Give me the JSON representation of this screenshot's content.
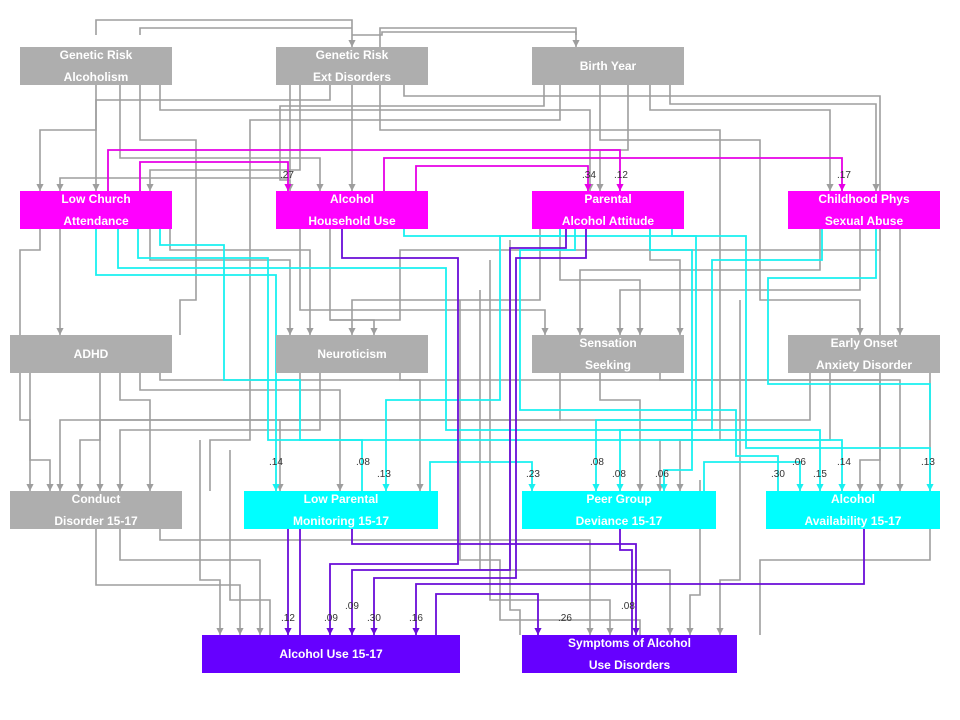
{
  "colors": {
    "grey": "#aeaeae",
    "magenta": "#ff00ff",
    "cyan": "#00ffff",
    "purple": "#6600ff",
    "line_grey": "#9e9e9e",
    "line_magenta": "#e600e6",
    "line_cyan": "#19f0f0",
    "line_purple": "#6a0dd8"
  },
  "nodes": {
    "gen_alc": {
      "line1": "Genetic Risk",
      "line2": "Alcoholism",
      "color": "grey"
    },
    "gen_ext": {
      "line1": "Genetic Risk",
      "line2": "Ext Disorders",
      "color": "grey"
    },
    "birth": {
      "line1": "Birth Year",
      "line2": "",
      "color": "grey"
    },
    "church": {
      "line1": "Low Church",
      "line2": "Attendance",
      "color": "magenta"
    },
    "household": {
      "line1": "Alcohol",
      "line2": "Household Use",
      "color": "magenta"
    },
    "parental": {
      "line1": "Parental",
      "line2": "Alcohol Attitude",
      "color": "magenta"
    },
    "abuse": {
      "line1": "Childhood Phys",
      "line2": "Sexual Abuse",
      "color": "magenta"
    },
    "adhd": {
      "line1": "ADHD",
      "line2": "",
      "color": "grey"
    },
    "neuro": {
      "line1": "Neuroticism",
      "line2": "",
      "color": "grey"
    },
    "sensation": {
      "line1": "Sensation",
      "line2": "Seeking",
      "color": "grey"
    },
    "anxiety": {
      "line1": "Early Onset",
      "line2": "Anxiety Disorder",
      "color": "grey"
    },
    "conduct": {
      "line1": "Conduct",
      "line2": "Disorder 15-17",
      "color": "grey"
    },
    "monitoring": {
      "line1": "Low Parental",
      "line2": "Monitoring 15-17",
      "color": "cyan"
    },
    "peer": {
      "line1": "Peer Group",
      "line2": "Deviance 15-17",
      "color": "cyan"
    },
    "availability": {
      "line1": "Alcohol",
      "line2": "Availability 15-17",
      "color": "cyan"
    },
    "use": {
      "line1": "Alcohol Use 15-17",
      "line2": "",
      "color": "purple"
    },
    "symptoms": {
      "line1": "Symptoms of Alcohol",
      "line2": "Use Disorders",
      "color": "purple"
    }
  },
  "coefficients": {
    "c_hh": ".27",
    "c_pa1": ".34",
    "c_pa2": ".12",
    "c_ab": ".17",
    "c_mo1": ".14",
    "c_mo2": ".08",
    "c_mo3": ".13",
    "c_pe1": ".23",
    "c_pe2": ".08",
    "c_pe3": ".08",
    "c_pe4": ".06",
    "c_av1": ".30",
    "c_av2": ".06",
    "c_av3": ".15",
    "c_av4": ".14",
    "c_av5": ".13",
    "c_us1": ".12",
    "c_us2": ".09",
    "c_us3": ".09",
    "c_us4": ".30",
    "c_us5": ".16",
    "c_sy1": ".26",
    "c_sy2": ".08"
  }
}
